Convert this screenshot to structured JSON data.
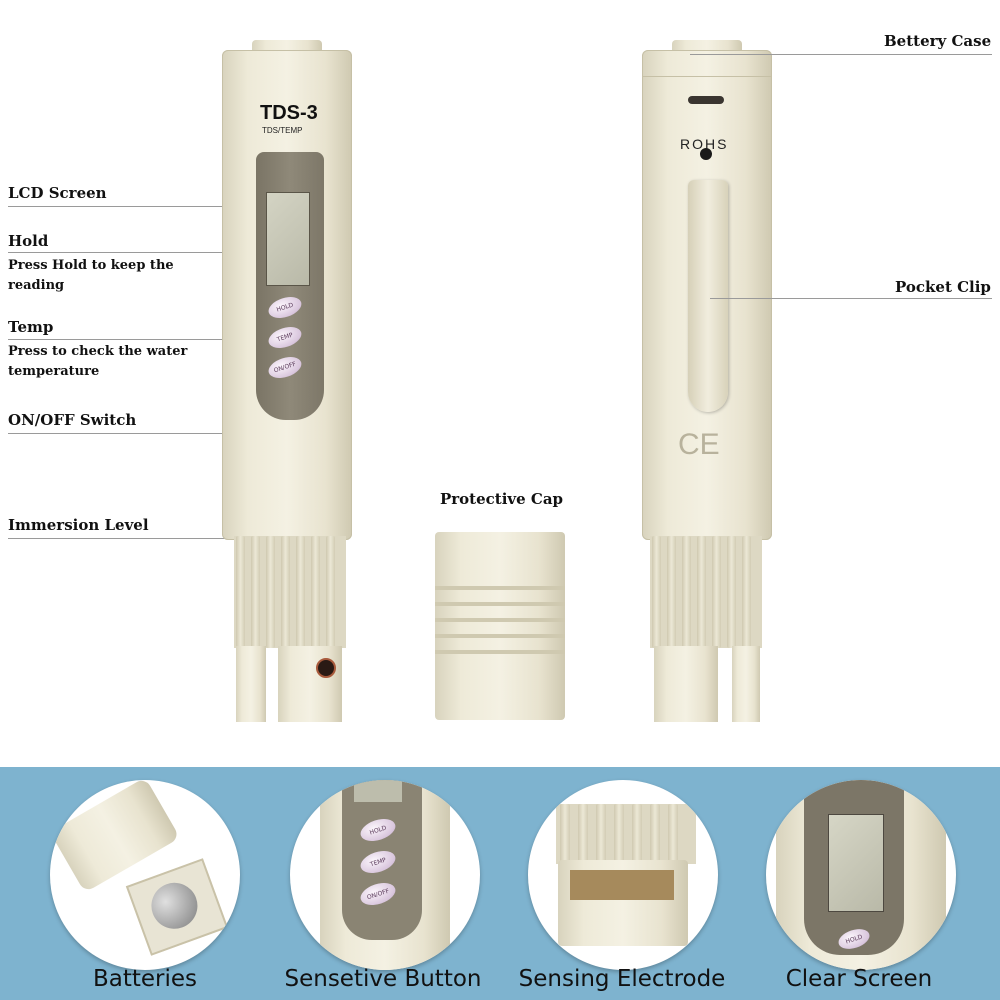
{
  "device_front": {
    "model": "TDS-3",
    "model_sub": "TDS/TEMP",
    "buttons": [
      "HOLD",
      "TEMP",
      "ON/OFF"
    ]
  },
  "device_back": {
    "rohs": "ROHS",
    "ce": "CE"
  },
  "labels": {
    "lcd_screen": "LCD Screen",
    "hold_title": "Hold",
    "hold_desc_1": "Press Hold to keep the",
    "hold_desc_2": "reading",
    "temp_title": "Temp",
    "temp_desc_1": "Press to check the water",
    "temp_desc_2": "temperature",
    "onoff": "ON/OFF Switch",
    "immersion": "Immersion Level",
    "protective_cap": "Protective Cap",
    "battery_case": "Bettery Case",
    "pocket_clip": "Pocket Clip"
  },
  "bottom": {
    "items": [
      {
        "label": "Batteries"
      },
      {
        "label": "Sensetive Button"
      },
      {
        "label": "Sensing Electrode"
      },
      {
        "label": "Clear Screen"
      }
    ]
  },
  "colors": {
    "panel_blue": "#7eb3cf",
    "device_tan": "#ece8d6",
    "display_gray": "#8c8676"
  }
}
